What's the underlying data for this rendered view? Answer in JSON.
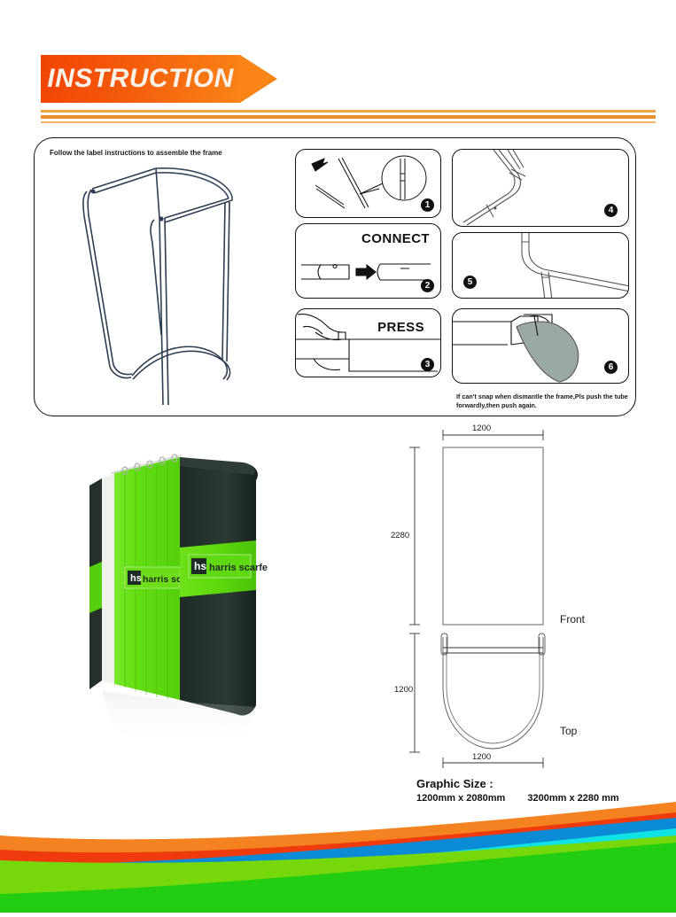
{
  "header": {
    "title": "INSTRUCTION",
    "banner_color": "#f24405",
    "stripe_color": "#f0a24a"
  },
  "instruction": {
    "assemble_note": "Follow the label instructions to assemble the frame",
    "dismantle_note": "If can't snap when dismantle the frame,Pls push the tube forwardly,then push again.",
    "steps": [
      {
        "number": "1",
        "word": "",
        "name": "step-tubes"
      },
      {
        "number": "2",
        "word": "CONNECT",
        "name": "step-connect"
      },
      {
        "number": "3",
        "word": "PRESS",
        "name": "step-press"
      },
      {
        "number": "4",
        "word": "",
        "name": "step-frame-corner"
      },
      {
        "number": "5",
        "word": "",
        "name": "step-frame-joint"
      },
      {
        "number": "6",
        "word": "",
        "name": "step-dismantle"
      }
    ]
  },
  "product": {
    "brand_name": "harris scarfe",
    "brand_mark": "hs",
    "panel_color": "#26352f",
    "curtain_color": "#63d913",
    "accent_color": "#5ad40f"
  },
  "dimensions": {
    "front": {
      "label": "Front",
      "width": "1200",
      "height": "2280"
    },
    "top": {
      "label": "Top",
      "width": "1200",
      "height": "1200"
    }
  },
  "graphic_size": {
    "title": "Graphic Size :",
    "value_1": "1200mm x 2080mm",
    "value_2": "3200mm x 2280 mm"
  },
  "ribbon_colors": {
    "orange": "#f58220",
    "red": "#ee3a0d",
    "cyan": "#0fe2e2",
    "blue": "#0b8ad6",
    "green_light": "#76d80b",
    "green": "#22cc11"
  }
}
